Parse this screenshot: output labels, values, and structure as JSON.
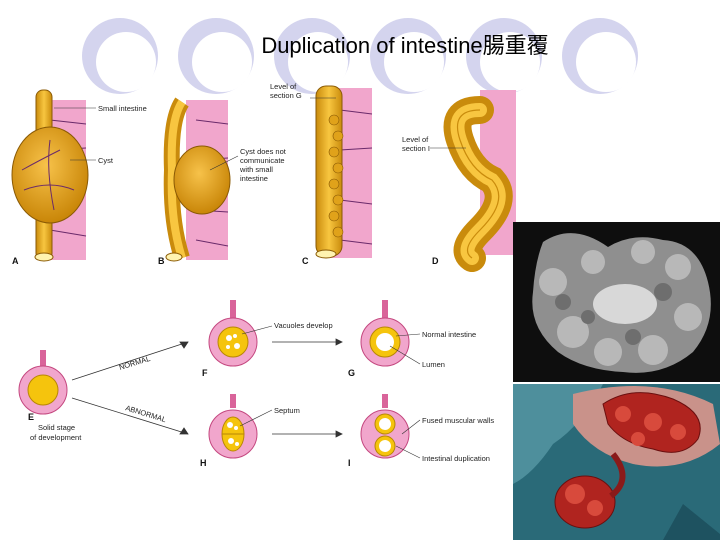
{
  "slide": {
    "title": "Duplication of intestine腸重覆"
  },
  "colors": {
    "circle_fill": "#d4d4ee",
    "bowel_yellow": "#f2b51a",
    "bowel_dark": "#b87c0a",
    "mesentery_pink": "#f1a6cc",
    "wall_pink": "#d9649a",
    "vessel_purple": "#6a2a6a"
  },
  "figure": {
    "panels": [
      "A",
      "B",
      "C",
      "D",
      "E",
      "F",
      "G",
      "H",
      "I"
    ],
    "labels": {
      "small_intestine": "Small intestine",
      "cyst": "Cyst",
      "cyst_note": [
        "Cyst does not",
        "communicate",
        "with small",
        "intestine"
      ],
      "level_g": [
        "Level of",
        "section G"
      ],
      "level_i": [
        "Level of",
        "section I"
      ],
      "vacuoles": "Vacuoles develop",
      "normal_intestine": "Normal intestine",
      "lumen": "Lumen",
      "septum": "Septum",
      "fused_walls": "Fused muscular walls",
      "duplication": "Intestinal duplication",
      "normal_arrow": "NORMAL",
      "abnormal_arrow": "ABNORMAL",
      "solid_stage": [
        "Solid stage",
        "of development"
      ]
    }
  },
  "photos": {
    "specimen": "gross-specimen-photo",
    "surgery": "operative-photo"
  }
}
